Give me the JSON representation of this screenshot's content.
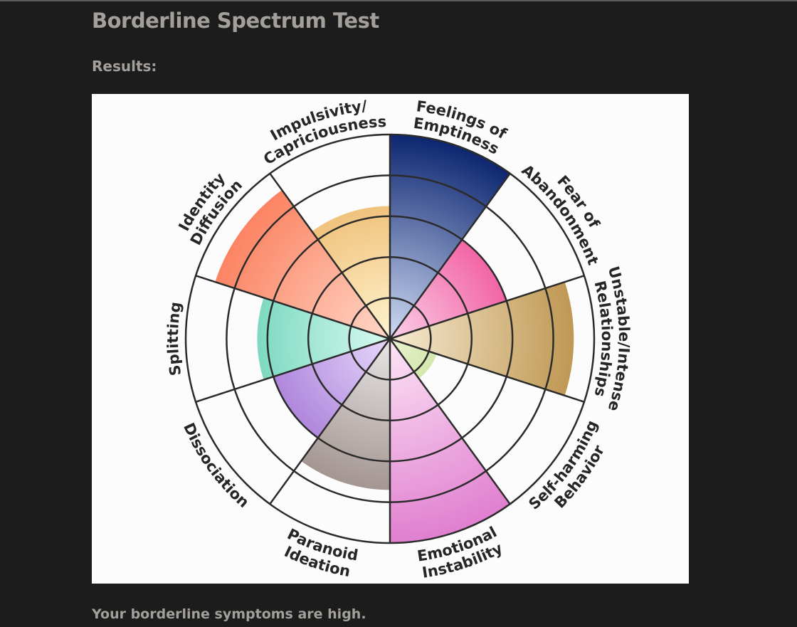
{
  "page": {
    "title": "Borderline Spectrum Test",
    "results_label": "Results:",
    "summary": "Your borderline symptoms are high."
  },
  "chart_data": {
    "type": "polar-area",
    "scale_max": 5,
    "rings": 5,
    "categories": [
      {
        "lines": [
          "Feelings of",
          "Emptiness"
        ],
        "label": "Feelings of Emptiness",
        "value": 5.0,
        "color_light": "#d0dcf5",
        "color_dark": "#0d2670"
      },
      {
        "lines": [
          "Fear of",
          "Abandonment"
        ],
        "label": "Fear of Abandonment",
        "value": 3.0,
        "color_light": "#fbd0e8",
        "color_dark": "#ec1e78"
      },
      {
        "lines": [
          "Unstable/Intense",
          "Relationships"
        ],
        "label": "Unstable/Intense Relationships",
        "value": 4.5,
        "color_light": "#f7ebd3",
        "color_dark": "#b98f45"
      },
      {
        "lines": [
          "Self-harming",
          "Behavior"
        ],
        "label": "Self-harming Behavior",
        "value": 1.2,
        "color_light": "#eaf3d0",
        "color_dark": "#8cc040"
      },
      {
        "lines": [
          "Emotional",
          "Instability"
        ],
        "label": "Emotional Instability",
        "value": 5.0,
        "color_light": "#fde6f6",
        "color_dark": "#e07fcf"
      },
      {
        "lines": [
          "Paranoid",
          "Ideation"
        ],
        "label": "Paranoid Ideation",
        "value": 3.7,
        "color_light": "#e8e6e6",
        "color_dark": "#8c7a74"
      },
      {
        "lines": [
          "Dissociation"
        ],
        "label": "Dissociation",
        "value": 3.0,
        "color_light": "#e7d8fb",
        "color_dark": "#8a50c8"
      },
      {
        "lines": [
          "Splitting"
        ],
        "label": "Splitting",
        "value": 3.25,
        "color_light": "#d8faf0",
        "color_dark": "#4ec8a8"
      },
      {
        "lines": [
          "Identity",
          "Diffusion"
        ],
        "label": "Identity Diffusion",
        "value": 4.5,
        "color_light": "#ffd8c8",
        "color_dark": "#fb7a58"
      },
      {
        "lines": [
          "Impulsivity/",
          "Capriciousness"
        ],
        "label": "Impulsivity/Capriciousness",
        "value": 3.25,
        "color_light": "#fff4d0",
        "color_dark": "#e8a850"
      }
    ]
  }
}
